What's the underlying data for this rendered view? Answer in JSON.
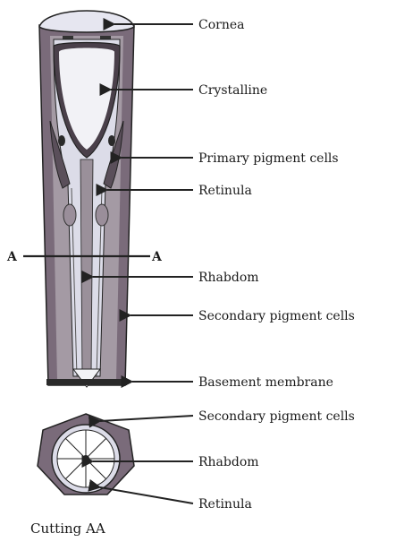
{
  "labels": {
    "cornea": "Cornea",
    "crystalline": "Crystalline",
    "primary_pigment": "Primary pigment cells",
    "retinula": "Retinula",
    "rhabdom": "Rhabdom",
    "secondary_pigment": "Secondary pigment cells",
    "basement": "Basement membrane",
    "cross_secondary": "Secondary pigment cells",
    "cross_rhabdom": "Rhabdom",
    "cross_retinula": "Retinula",
    "cut_left": "A",
    "cut_right": "A",
    "caption": "Cutting AA"
  },
  "colors": {
    "outline": "#222222",
    "secondary_pigment": "#7a6b7a",
    "secondary_pigment_light": "#a49aa4",
    "primary_pigment": "#5a4f5a",
    "cell_body": "#dcdce8",
    "crystalline": "#f2f2f6",
    "cornea": "#e6e6f0",
    "rhabdom": "#9a909a",
    "nucleus": "#9a8e9a",
    "membrane": "#2a2a2a"
  }
}
